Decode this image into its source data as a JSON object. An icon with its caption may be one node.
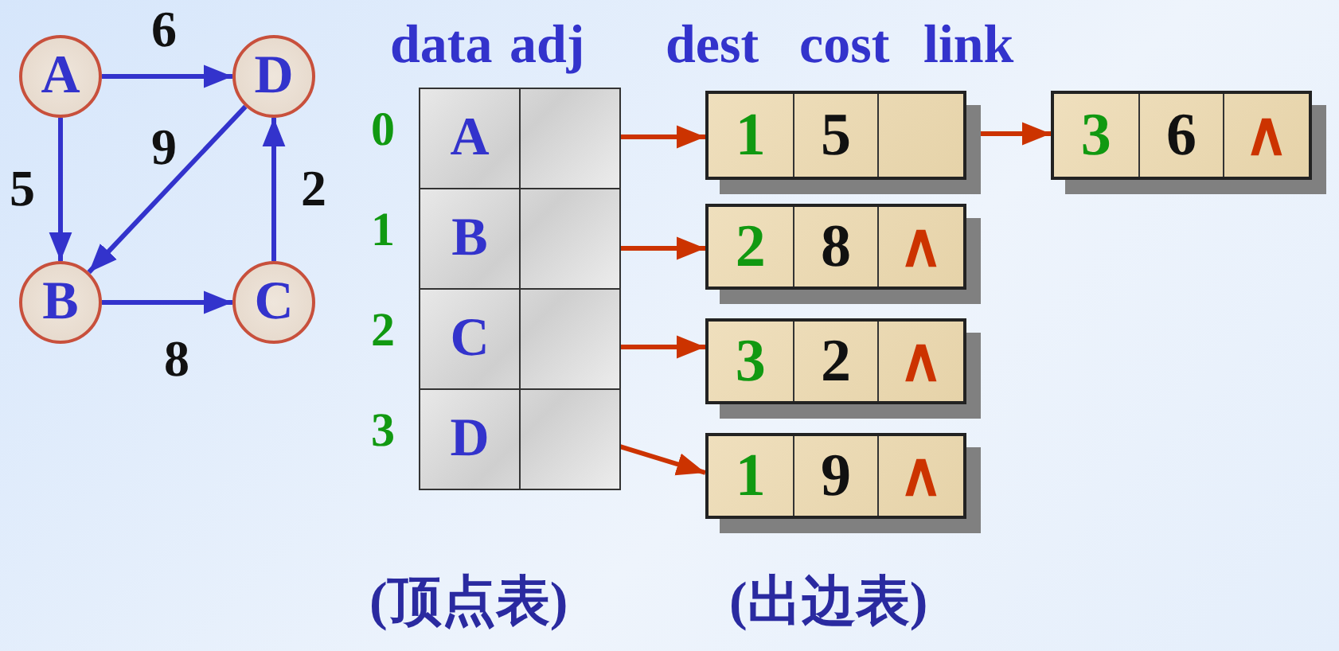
{
  "diagram": {
    "nodes": [
      {
        "text": [
          "A"
        ]
      },
      {
        "text": [
          "D"
        ]
      },
      {
        "text": [
          "B"
        ]
      },
      {
        "text": [
          "C"
        ]
      },
      {
        "text": [
          "A"
        ],
        "beside": [
          "0"
        ]
      },
      {
        "text": [
          "B"
        ],
        "beside": [
          "1"
        ]
      },
      {
        "text": [
          "C"
        ],
        "beside": [
          "2"
        ]
      },
      {
        "text": [
          "D"
        ],
        "beside": [
          "3"
        ]
      },
      {
        "text": [
          "1",
          "5"
        ]
      },
      {
        "text": [
          "3",
          "6",
          "∧"
        ]
      },
      {
        "text": [
          "2",
          "8",
          "∧"
        ]
      },
      {
        "text": [
          "3",
          "2",
          "∧"
        ]
      },
      {
        "text": [
          "1",
          "9",
          "∧"
        ]
      }
    ],
    "edges": [
      {
        "from": 0,
        "to": 1,
        "arrow": "to",
        "label": "6",
        "color": "#3333cc"
      },
      {
        "from": 0,
        "to": 2,
        "arrow": "to",
        "label": "5",
        "color": "#3333cc"
      },
      {
        "from": 1,
        "to": 2,
        "arrow": "to",
        "label": "9",
        "color": "#3333cc"
      },
      {
        "from": 3,
        "to": 1,
        "arrow": "to",
        "label": "2",
        "color": "#3333cc"
      },
      {
        "from": 2,
        "to": 3,
        "arrow": "to",
        "label": "8",
        "color": "#3333cc"
      },
      {
        "from": 4,
        "to": 8,
        "arrow": "to",
        "color": "#cc3300"
      },
      {
        "from": 8,
        "to": 9,
        "arrow": "to",
        "color": "#cc3300"
      },
      {
        "from": 5,
        "to": 10,
        "arrow": "to",
        "color": "#cc3300"
      },
      {
        "from": 6,
        "to": 11,
        "arrow": "to",
        "color": "#cc3300"
      },
      {
        "from": 7,
        "to": 12,
        "arrow": "to",
        "color": "#cc3300"
      }
    ],
    "labels": [
      "data",
      "adj",
      "dest",
      "cost",
      "link",
      "(顶点表)",
      "(出边表)"
    ]
  }
}
